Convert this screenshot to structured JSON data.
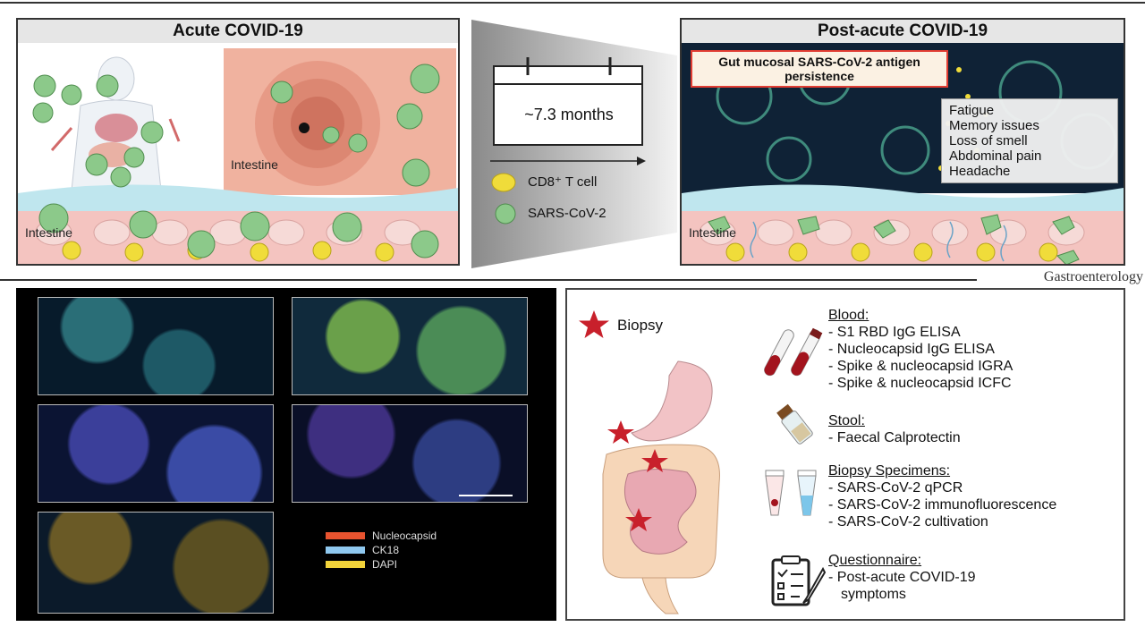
{
  "top": {
    "acute_title": "Acute COVID-19",
    "post_title": "Post-acute COVID-19",
    "duration": "~7.3 months",
    "legend_cd8": "CD8⁺ T cell",
    "legend_sars": "SARS-CoV-2",
    "intestine_label": "Intestine",
    "callout": "Gut mucosal SARS-CoV-2 antigen persistence",
    "symptoms": [
      "Fatigue",
      "Memory issues",
      "Loss of smell",
      "Abdominal pain",
      "Headache"
    ],
    "journal": "Gastroenterology"
  },
  "micro_legend": [
    {
      "label": "Nucleocapsid",
      "color": "#e8532f"
    },
    {
      "label": "CK18",
      "color": "#8fc8ef"
    },
    {
      "label": "DAPI",
      "color": "#f2d33a"
    }
  ],
  "right": {
    "biopsy_label": "Biopsy",
    "sections": [
      {
        "title": "Blood:",
        "items": [
          "- S1 RBD IgG ELISA",
          "- Nucleocapsid IgG ELISA",
          "- Spike & nucleocapsid IGRA",
          "- Spike & nucleocapsid ICFC"
        ]
      },
      {
        "title": "Stool:",
        "items": [
          "- Faecal Calprotectin"
        ]
      },
      {
        "title": "Biopsy Specimens:",
        "items": [
          "- SARS-CoV-2 qPCR",
          "- SARS-CoV-2 immunofluorescence",
          "- SARS-CoV-2 cultivation"
        ]
      },
      {
        "title": "Questionnaire:",
        "items": [
          "- Post-acute COVID-19",
          "symptoms"
        ]
      }
    ]
  },
  "colors": {
    "star": "#c8202b",
    "virus": "#8cc98a",
    "tissue": "#f4c4c0",
    "mucus": "#bfe6ee",
    "cd8": "#f0dc3a"
  }
}
